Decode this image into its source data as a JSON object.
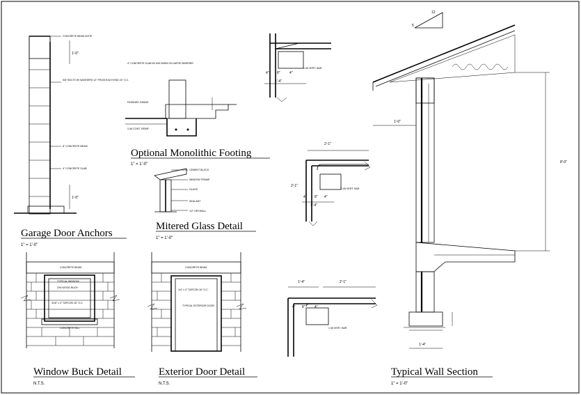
{
  "titles": {
    "monolithic": "Optional Monolithic Footing",
    "garage": "Garage Door Anchors",
    "mitered": "Mitered Glass Detail",
    "window": "Window Buck Detail",
    "door": "Exterior Door Detail",
    "wall": "Typical Wall Section"
  },
  "scales": {
    "monolithic": "1\" = 1'-0\"",
    "garage": "1\" = 1'-0\"",
    "mitered": "1\" = 1'-0\"",
    "window": "N.T.S.",
    "door": "N.T.S.",
    "wall": "1\" = 1'-0\""
  },
  "notes": {
    "garage_top": "CONCRETE BEAM W/TIE",
    "garage_mid": "5/8\" BOLTS W/ WASHERS 12\" FROM EACH END 24\" O.C.",
    "garage_beam": "8\" CONCRETE BEAM",
    "garage_slab": "4\" CONCRETE SLAB",
    "garage_dim_top": "1'-0\"",
    "garage_dim_bot": "1'-0\"",
    "footing_top": "4\" CONCRETE SLAB W/ 6X6 WWM ON VAPOR BARRIER",
    "footing_left": "FINISHED GRADE",
    "footing_bot": "2-#5 CONT. REINF.",
    "mitered_1": "CEMENT BLOCK",
    "mitered_2": "WINDOW FRAME",
    "mitered_3": "GLASS",
    "mitered_4": "SEALANT",
    "mitered_5": "1/2\" DRYWALL",
    "win_top": "CONCRETE BEAM",
    "win_1": "TYPICAL WINDOW",
    "win_2": "2X6 WOOD BUCK",
    "win_3": "3/16\" x 3\" TAPCON 16\" O.C.",
    "win_sill": "CONCRETE SILL",
    "door_top": "CONCRETE BEAM",
    "door_1": "1/4\" x 3\" TAPCON 16\" O.C.",
    "door_2": "TYPICAL EXTERIOR DOOR",
    "corner_note": "1 #5 VERT. BAR",
    "dim_4a": "4\"",
    "dim_8": "8\"",
    "dim_4b": "4\"",
    "dim_1_4": "1'-4\"",
    "dim_2_1": "2'-1\"",
    "wall_roof": "12",
    "wall_slope": "5",
    "wall_h": "8'-0\"",
    "wall_ovh": "1'-0\"",
    "wall_ft": "1'-4\""
  }
}
